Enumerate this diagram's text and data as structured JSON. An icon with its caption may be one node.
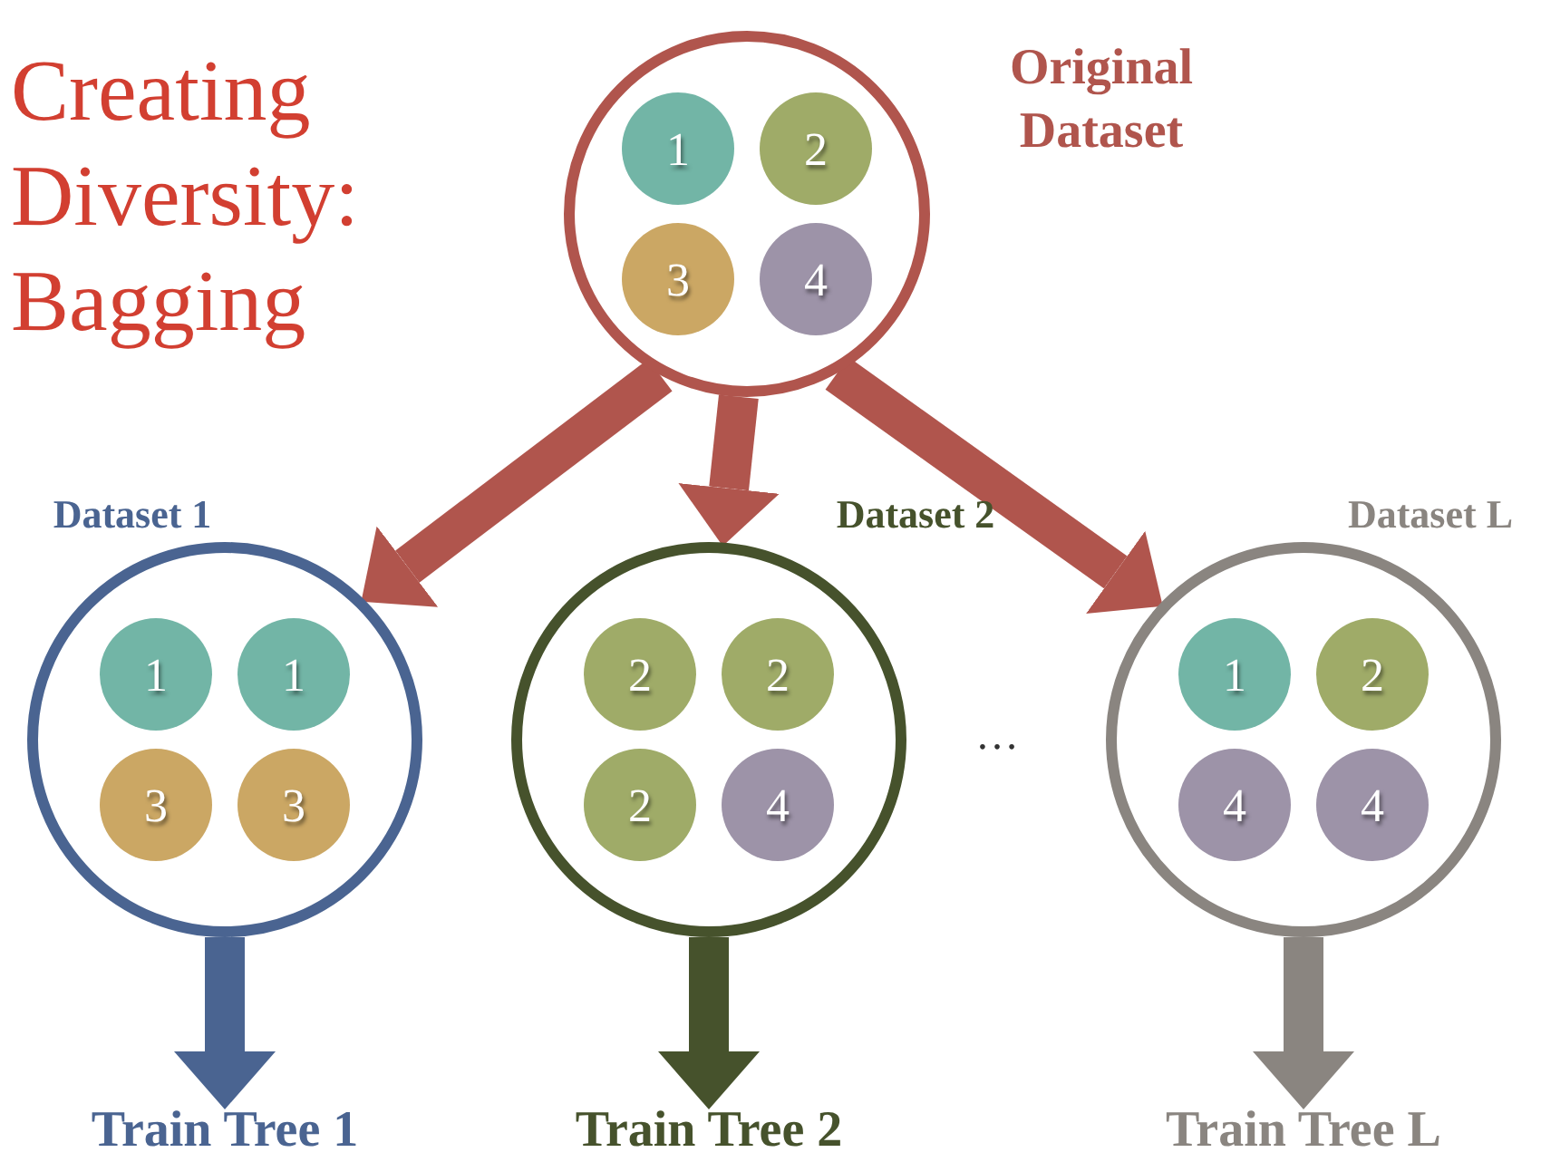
{
  "diagram": {
    "title": "Creating Diversity: Bagging",
    "nodes": [
      {
        "text": [
          "Original Dataset"
        ]
      },
      {
        "text": [
          "1"
        ],
        "in": 0
      },
      {
        "text": [
          "2"
        ],
        "in": 0
      },
      {
        "text": [
          "3"
        ],
        "in": 0
      },
      {
        "text": [
          "4"
        ],
        "in": 0
      },
      {
        "text": [
          "Dataset 1"
        ]
      },
      {
        "text": [
          "1"
        ],
        "in": 5
      },
      {
        "text": [
          "1"
        ],
        "in": 5
      },
      {
        "text": [
          "3"
        ],
        "in": 5
      },
      {
        "text": [
          "3"
        ],
        "in": 5
      },
      {
        "text": [
          "Dataset 2"
        ]
      },
      {
        "text": [
          "2"
        ],
        "in": 10
      },
      {
        "text": [
          "2"
        ],
        "in": 10
      },
      {
        "text": [
          "2"
        ],
        "in": 10
      },
      {
        "text": [
          "4"
        ],
        "in": 10
      },
      {
        "text": [
          "Dataset L"
        ]
      },
      {
        "text": [
          "1"
        ],
        "in": 15
      },
      {
        "text": [
          "2"
        ],
        "in": 15
      },
      {
        "text": [
          "4"
        ],
        "in": 15
      },
      {
        "text": [
          "4"
        ],
        "in": 15
      },
      {
        "text": [
          "Train Tree 1"
        ]
      },
      {
        "text": [
          "Train Tree 2"
        ]
      },
      {
        "text": [
          "Train Tree L"
        ]
      }
    ],
    "edges": [
      {
        "from": 0,
        "to": 5,
        "arrow": "to",
        "color": "#b0554d"
      },
      {
        "from": 0,
        "to": 10,
        "arrow": "to",
        "color": "#b0554d"
      },
      {
        "from": 0,
        "to": 15,
        "arrow": "to",
        "color": "#b0554d"
      },
      {
        "from": 5,
        "to": 20,
        "arrow": "to",
        "color": "#4a6491"
      },
      {
        "from": 10,
        "to": 21,
        "arrow": "to",
        "color": "#46522c"
      },
      {
        "from": 15,
        "to": 22,
        "arrow": "to",
        "color": "#8a8580"
      }
    ],
    "labels": [
      "…"
    ]
  }
}
